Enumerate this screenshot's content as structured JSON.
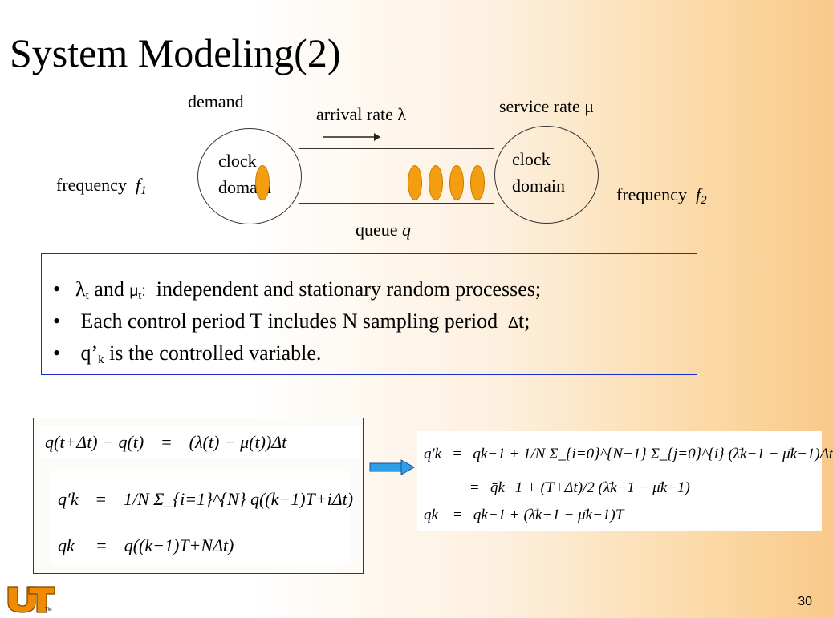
{
  "title": "System Modeling(2)",
  "diagram": {
    "demand_label": "demand",
    "arrival_label": "arrival rate λ",
    "service_label": "service rate μ",
    "left_circle": {
      "line1": "clock",
      "line2": "domain"
    },
    "right_circle": {
      "line1": "clock",
      "line2": "domain"
    },
    "freq_left": {
      "text": "frequency",
      "var": "f",
      "sub": "1"
    },
    "freq_right": {
      "text": "frequency",
      "var": "f",
      "sub": "2"
    },
    "queue_label": {
      "text": "queue",
      "var": "q"
    },
    "colors": {
      "token": "#f59d10",
      "outline": "#333333"
    }
  },
  "bullets": [
    {
      "parts": [
        "λ",
        "t",
        "and",
        "μ",
        "t",
        ":",
        "independent and stationary random processes;"
      ]
    },
    {
      "text": "Each control period T includes N sampling period",
      "delta": "Δ",
      "tail": "t;"
    },
    {
      "head": "q’",
      "sub": "k",
      "text": "is the controlled variable."
    }
  ],
  "equations_left": {
    "eq1": {
      "lhs": "q(t+Δt) − q(t)",
      "rel": "=",
      "rhs": "(λ(t) − μ(t))Δt"
    },
    "eq2": {
      "lhs": "q′k",
      "rel": "=",
      "rhs": "1/N Σ_{i=1}^{N} q((k−1)T+iΔt)"
    },
    "eq3": {
      "lhs": "qk",
      "rel": "=",
      "rhs": "q((k−1)T+NΔt)"
    }
  },
  "equations_right": {
    "eq1": {
      "lhs": "q̄′k",
      "rel": "=",
      "rhs": "q̄k−1 + 1/N Σ_{i=0}^{N−1} Σ_{j=0}^{i} (λ̄k−1 − μ̄k−1)Δt"
    },
    "eq2": {
      "rel": "=",
      "rhs": "q̄k−1 + (T+Δt)/2 (λ̄k−1 − μ̄k−1)"
    },
    "eq3": {
      "lhs": "q̄k",
      "rel": "=",
      "rhs": "q̄k−1 + (λ̄k−1 − μ̄k−1)T"
    }
  },
  "logo": {
    "text": "UT",
    "tm": "TM",
    "color": "#f08a00"
  },
  "page_number": "30",
  "colors": {
    "box_border": "#1a2ccc",
    "arrow": "#2ea0e8"
  }
}
